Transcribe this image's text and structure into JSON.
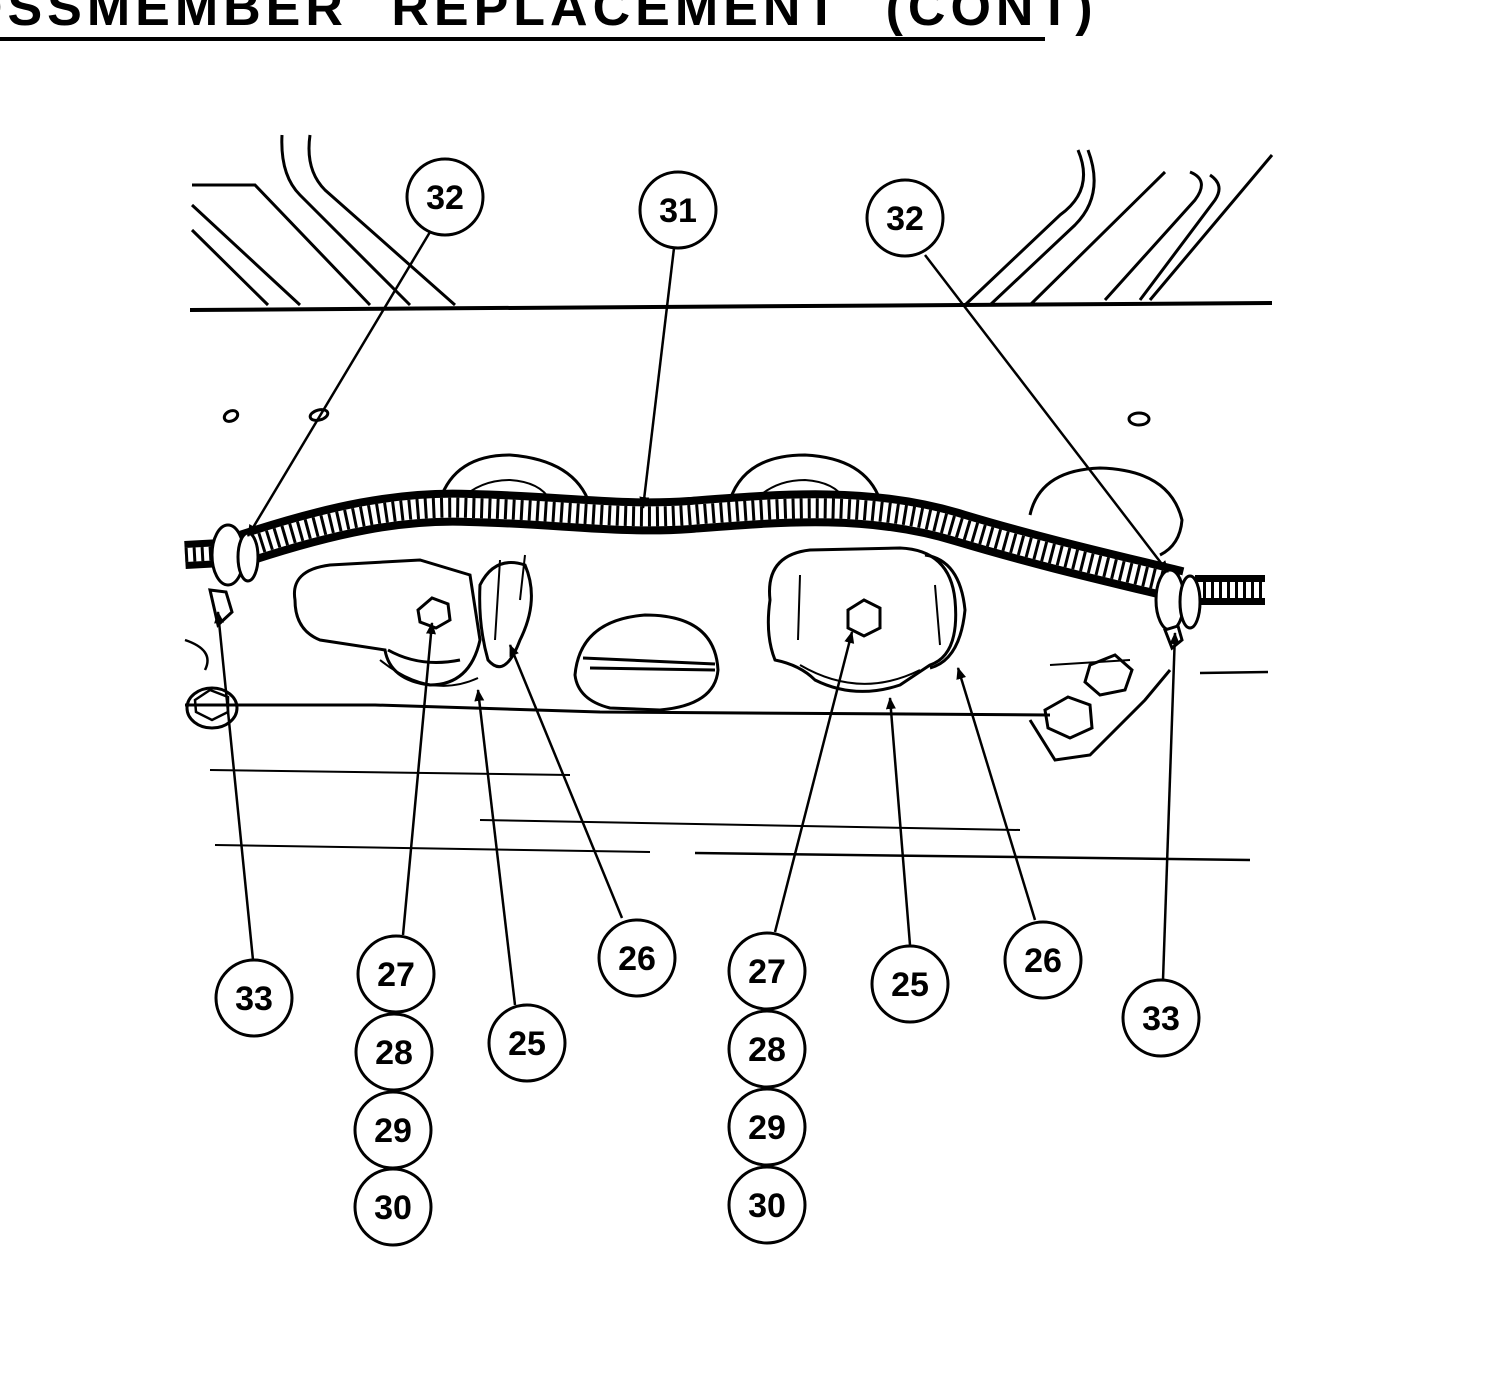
{
  "header": {
    "title": "OSSMEMBER  REPLACEMENT  (CONT)"
  },
  "callouts": {
    "c32_left": "32",
    "c31": "31",
    "c32_right": "32",
    "c33_left": "33",
    "c27_left": "27",
    "c28_left": "28",
    "c29_left": "29",
    "c30_left": "30",
    "c25_left": "25",
    "c26_left": "26",
    "c27_right": "27",
    "c28_right": "28",
    "c29_right": "29",
    "c30_right": "30",
    "c25_right": "25",
    "c26_right": "26",
    "c33_right": "33"
  },
  "colors": {
    "ink": "#000000",
    "paper": "#ffffff"
  }
}
